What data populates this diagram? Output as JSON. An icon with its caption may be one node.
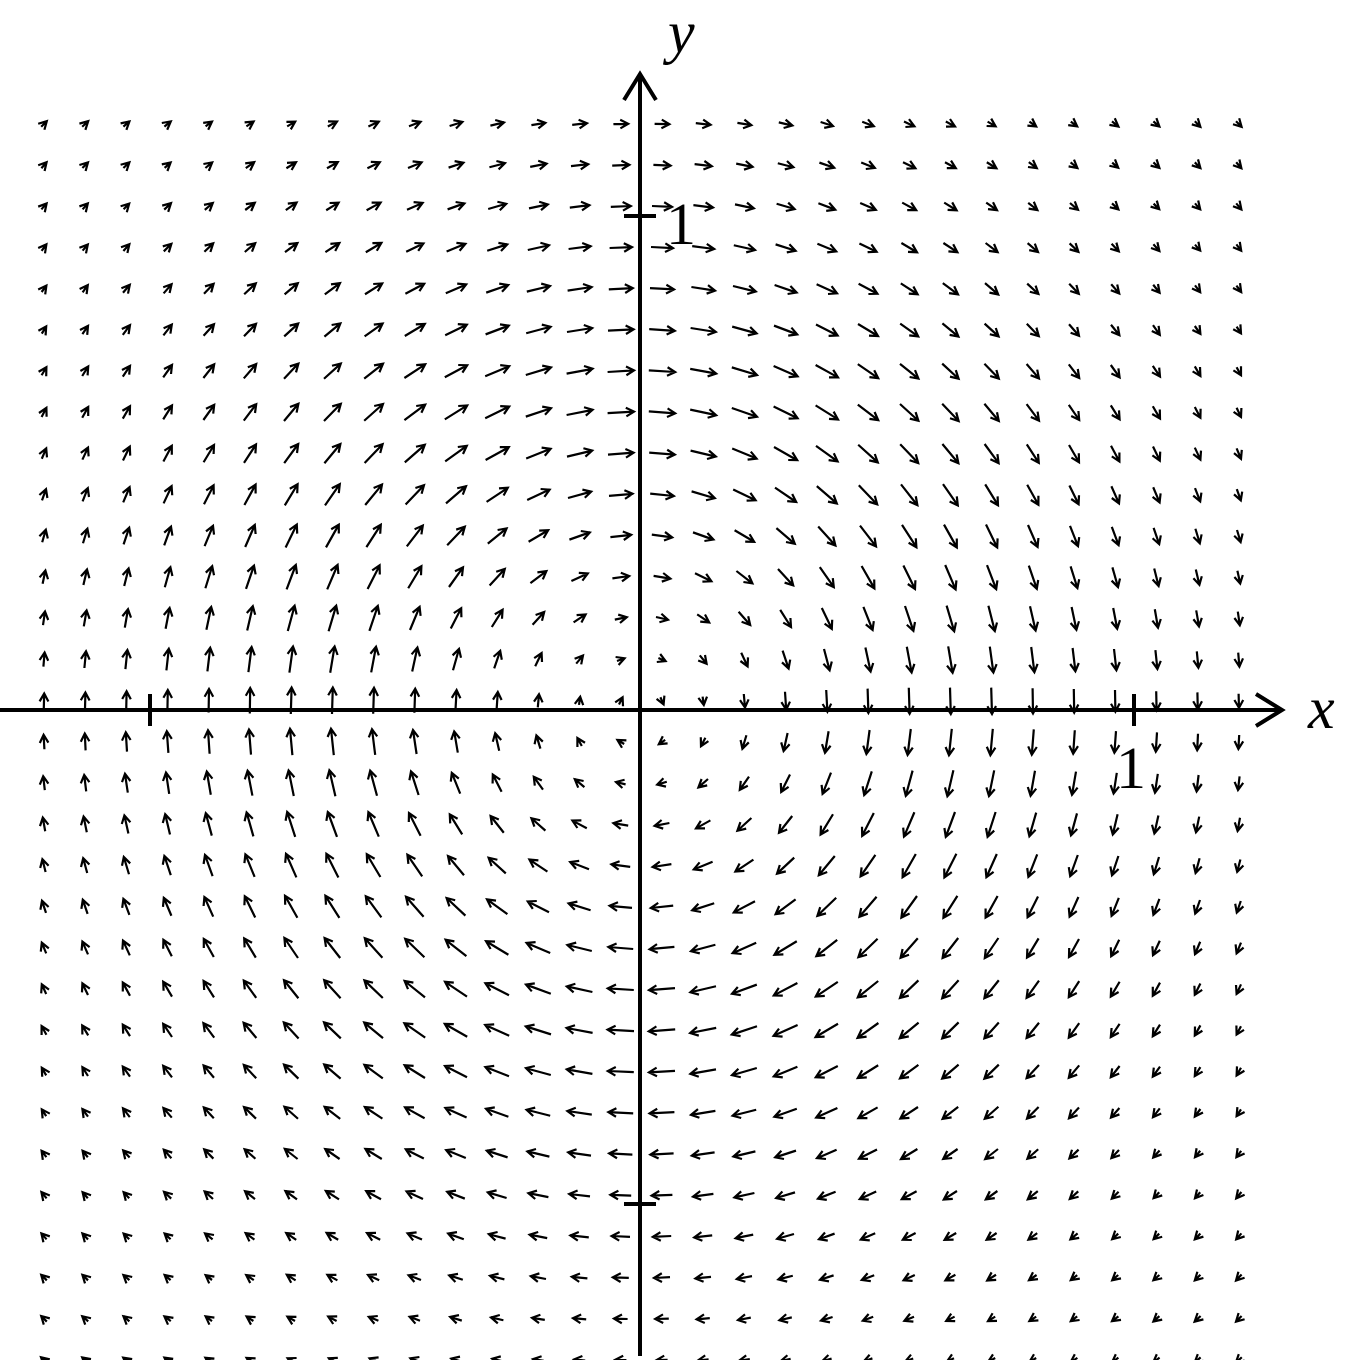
{
  "diagram": {
    "labels": [
      "y",
      "1",
      "x",
      "1"
    ]
  }
}
